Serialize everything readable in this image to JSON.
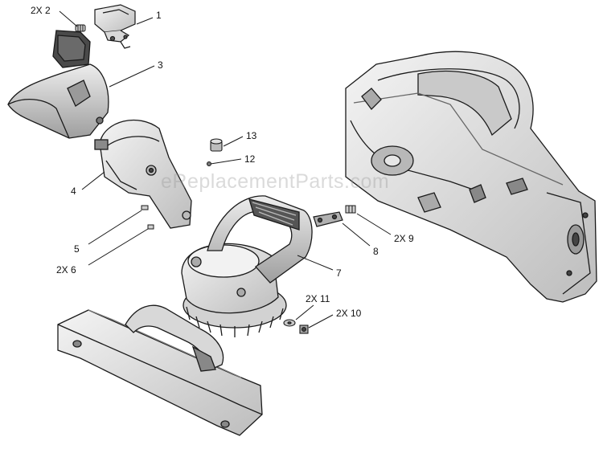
{
  "watermark": "eReplacementParts.com",
  "callouts": {
    "c1": "1",
    "c2": "2X 2",
    "c3": "3",
    "c4": "4",
    "c5": "5",
    "c6": "2X 6",
    "c7": "7",
    "c8": "8",
    "c9": "2X 9",
    "c10": "2X 10",
    "c11": "2X 11",
    "c12": "12",
    "c13": "13"
  },
  "colors": {
    "line": "#1a1a1a",
    "shade_light": "#e2e2e2",
    "shade_mid": "#c4c4c4",
    "shade_dark": "#8a8a8a"
  }
}
